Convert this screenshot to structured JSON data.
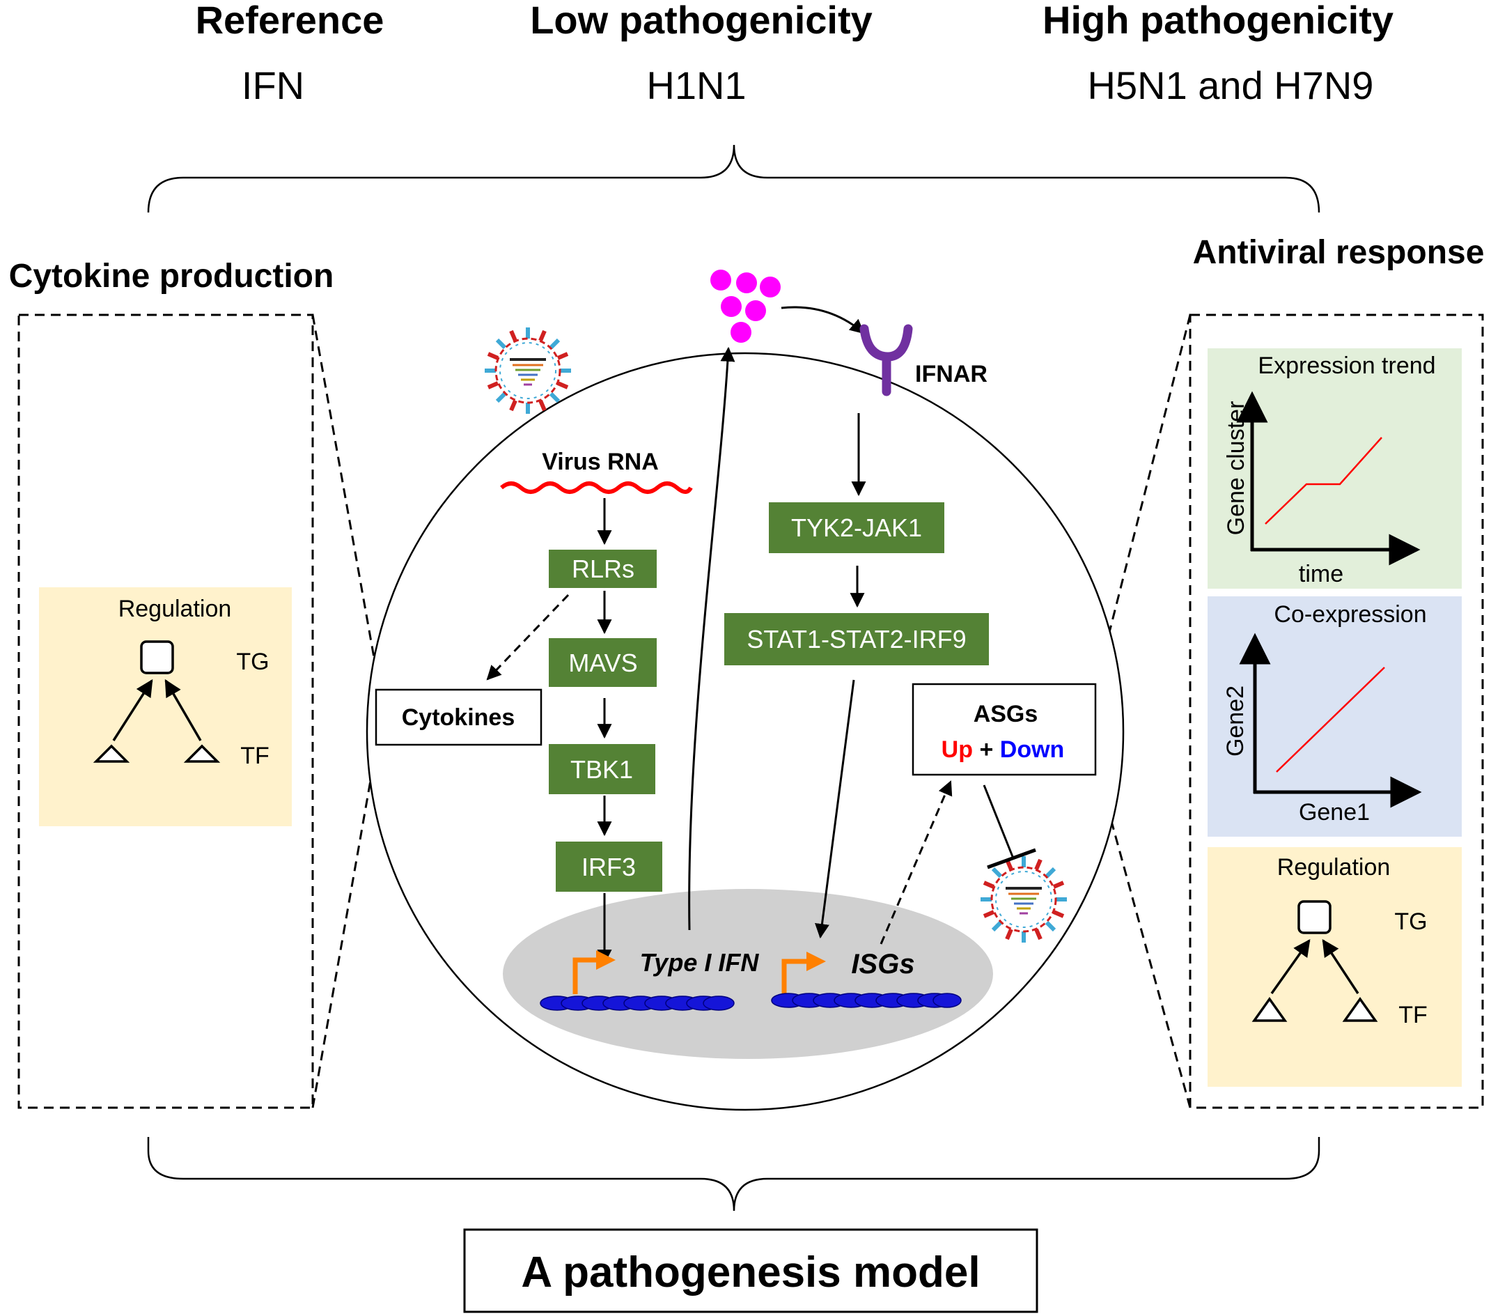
{
  "headers": [
    {
      "title": "Reference",
      "subtitle": "IFN"
    },
    {
      "title": "Low pathogenicity",
      "subtitle": "H1N1"
    },
    {
      "title": "High pathogenicity",
      "subtitle": "H5N1 and H7N9"
    }
  ],
  "left_panel": {
    "title": "Cytokine production",
    "regulation": {
      "title": "Regulation",
      "tg": "TG",
      "tf": "TF"
    }
  },
  "right_panel": {
    "title": "Antiviral response",
    "expression": {
      "title": "Expression trend",
      "ylabel": "Gene cluster",
      "xlabel": "time"
    },
    "coexpression": {
      "title": "Co-expression",
      "ylabel": "Gene2",
      "xlabel": "Gene1"
    },
    "regulation": {
      "title": "Regulation",
      "tg": "TG",
      "tf": "TF"
    }
  },
  "cell": {
    "virus_rna": "Virus RNA",
    "rlrs": "RLRs",
    "mavs": "MAVS",
    "tbk1": "TBK1",
    "irf3": "IRF3",
    "cytokines": "Cytokines",
    "ifnar": "IFNAR",
    "tyk2": "TYK2-JAK1",
    "stat": "STAT1-STAT2-IRF9",
    "type1ifn": "Type I IFN",
    "isgs": "ISGs",
    "asgs": {
      "title": "ASGs",
      "up": "Up",
      "plus": "+",
      "down": "Down"
    }
  },
  "footer": "A pathogenesis model",
  "colors": {
    "green_box": "#548235",
    "green_bg": "#E2EFDA",
    "blue_bg": "#DAE3F3",
    "yellow_bg": "#FFF2CC",
    "magenta": "#FF00FF",
    "red": "#FF0000",
    "blue": "#0000FF",
    "orange": "#FF8000",
    "purple": "#7030A0",
    "nucleus": "#D0D0D0"
  }
}
